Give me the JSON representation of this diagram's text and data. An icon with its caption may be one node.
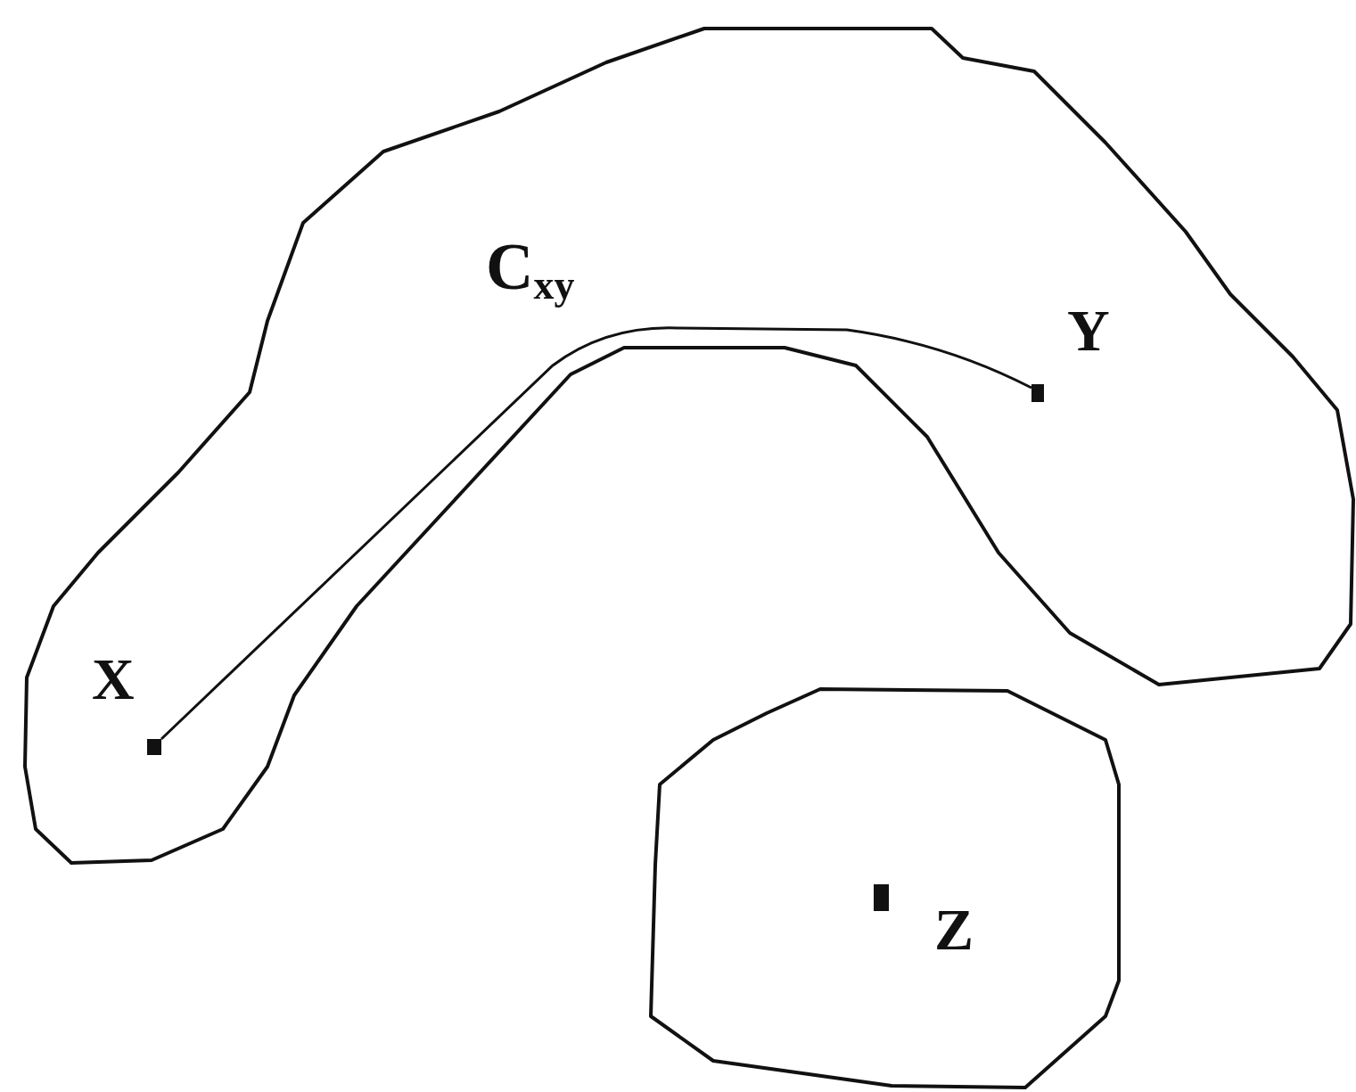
{
  "diagram": {
    "nodes": [
      {
        "text": [],
        "shape": "cloud"
      },
      {
        "text": [],
        "shape": "box",
        "beside": [
          "X"
        ],
        "in": 0
      },
      {
        "text": [],
        "shape": "box",
        "beside": [
          "Y"
        ],
        "in": 0
      },
      {
        "text": [],
        "shape": "cloud"
      },
      {
        "text": [],
        "shape": "box",
        "beside": [
          "Z"
        ],
        "in": 3
      }
    ],
    "edges": [
      {
        "from": 1,
        "to": 2,
        "arrow": "none",
        "label": "C$_{xy}$"
      }
    ]
  }
}
